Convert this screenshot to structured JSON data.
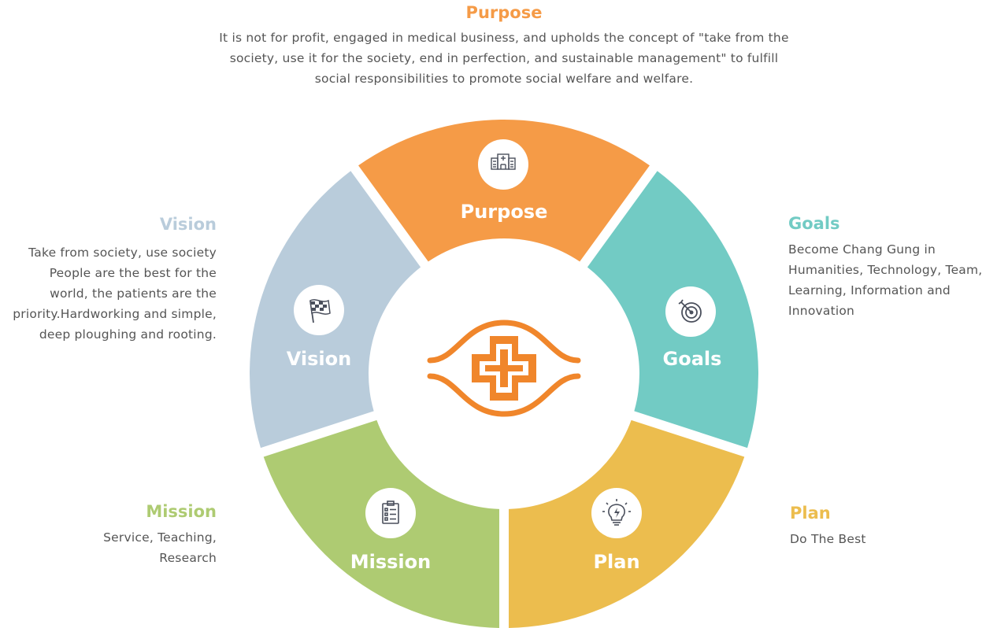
{
  "colors": {
    "purpose": "#f59b47",
    "goals": "#72cbc4",
    "plan": "#ecbd4e",
    "mission": "#aecb72",
    "vision": "#b9ccdb",
    "logo": "#f0862b",
    "icon_stroke": "#4a4f5c",
    "body_text": "#555555"
  },
  "top": {
    "title": "Purpose",
    "text": "It is not for profit, engaged in medical business, and upholds the concept of \"take from the society, use it for the society, end in perfection, and sustainable management\" to fulfill social responsibilities to promote social welfare and welfare."
  },
  "vision": {
    "title": "Vision",
    "text": "Take from society, use society People are the best for the world, the patients are the priority.Hardworking and simple, deep ploughing and rooting."
  },
  "goals": {
    "title": "Goals",
    "text": "Become Chang Gung in Humanities, Technology, Team, Learning, Information and Innovation"
  },
  "mission": {
    "title": "Mission",
    "text": "Service, Teaching, Research"
  },
  "plan": {
    "title": "Plan",
    "text": "Do The Best"
  },
  "wheel": {
    "purpose_label": "Purpose",
    "goals_label": "Goals",
    "plan_label": "Plan",
    "mission_label": "Mission",
    "vision_label": "Vision",
    "purpose_icon": "hospital-icon",
    "goals_icon": "target-icon",
    "plan_icon": "lightbulb-icon",
    "mission_icon": "clipboard-checklist-icon",
    "vision_icon": "checkered-flag-icon",
    "center_icon": "hospital-cross-logo-icon"
  }
}
